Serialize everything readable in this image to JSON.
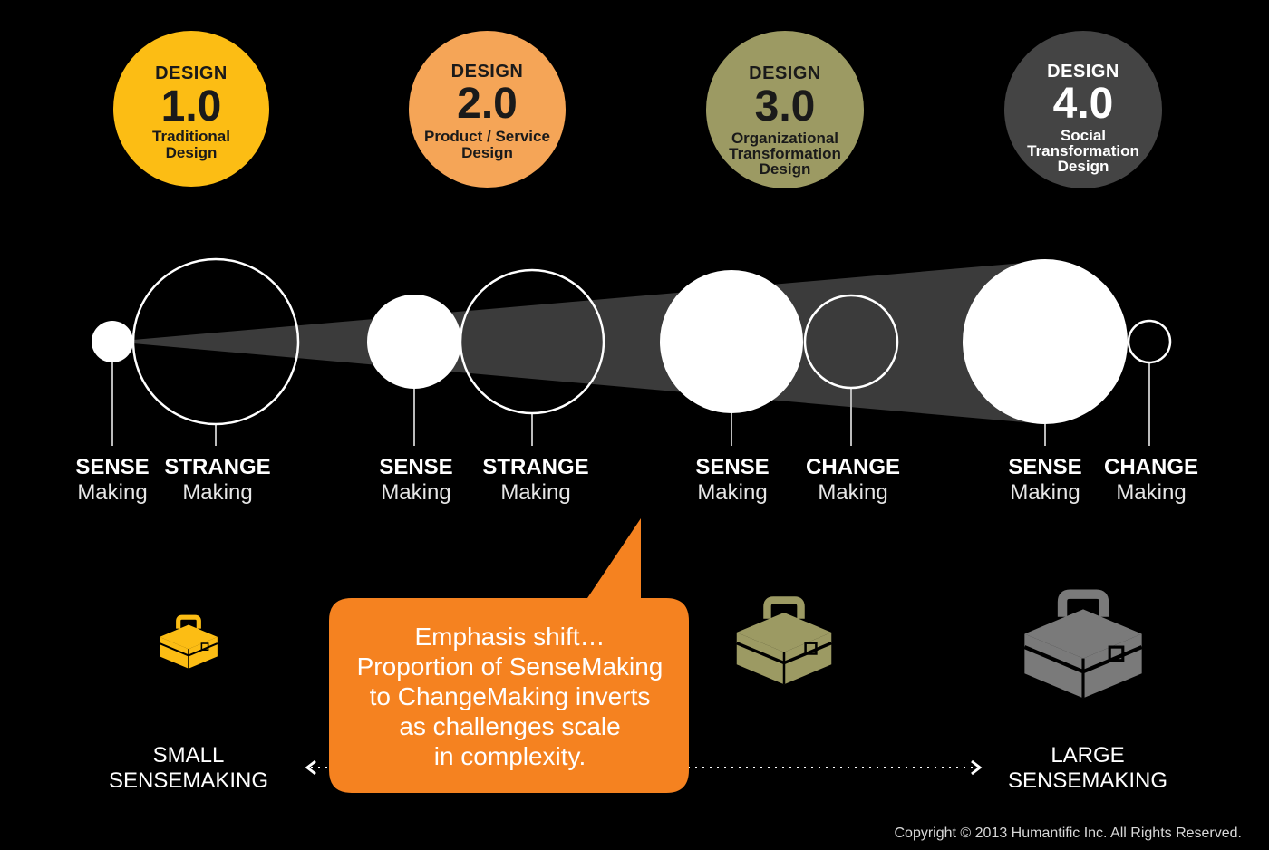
{
  "badges": [
    {
      "kicker": "DESIGN",
      "version": "1.0",
      "desc1": "Traditional",
      "desc2": "Design",
      "desc3": "",
      "color": "#FCBD14",
      "text_color": "#1a1a1a"
    },
    {
      "kicker": "DESIGN",
      "version": "2.0",
      "desc1": "Product / Service",
      "desc2": "Design",
      "desc3": "",
      "color": "#F5A557",
      "text_color": "#1a1a1a"
    },
    {
      "kicker": "DESIGN",
      "version": "3.0",
      "desc1": "Organizational",
      "desc2": "Transformation",
      "desc3": "Design",
      "color": "#9C9A63",
      "text_color": "#1a1a1a"
    },
    {
      "kicker": "DESIGN",
      "version": "4.0",
      "desc1": "Social",
      "desc2": "Transformation",
      "desc3": "Design",
      "color": "#444444",
      "text_color": "#ffffff"
    }
  ],
  "labels": [
    {
      "bold": "SENSE",
      "light": "Making"
    },
    {
      "bold": "STRANGE",
      "light": "Making"
    },
    {
      "bold": "SENSE",
      "light": "Making"
    },
    {
      "bold": "STRANGE",
      "light": "Making"
    },
    {
      "bold": "SENSE",
      "light": "Making"
    },
    {
      "bold": "CHANGE",
      "light": "Making"
    },
    {
      "bold": "SENSE",
      "light": "Making"
    },
    {
      "bold": "CHANGE",
      "light": "Making"
    }
  ],
  "callout": {
    "lines": [
      "Emphasis shift…",
      "Proportion of SenseMaking",
      "to ChangeMaking inverts",
      "as challenges scale",
      "in complexity."
    ],
    "color": "#F58220"
  },
  "scale": {
    "small_line1": "SMALL",
    "small_line2": "SENSEMAKING",
    "large_line1": "LARGE",
    "large_line2": "SENSEMAKING"
  },
  "icons": [
    {
      "name": "small-toolbox-icon",
      "color": "#FCBD14"
    },
    {
      "name": "medium-toolbox-icon",
      "color": "#9C9A63"
    },
    {
      "name": "large-toolbox-icon",
      "color": "#7a7a7a"
    }
  ],
  "copyright": "Copyright © 2013 Humantific Inc. All Rights Reserved."
}
